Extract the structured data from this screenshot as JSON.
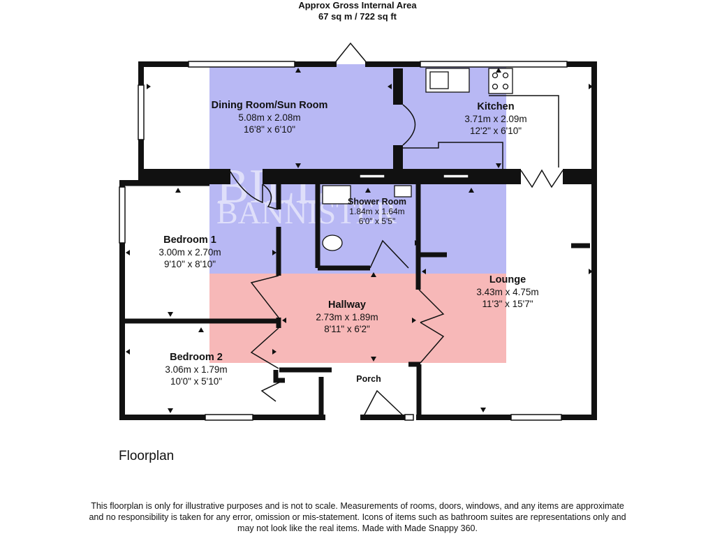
{
  "header": {
    "line1": "Approx Gross Internal Area",
    "line2": "67 sq m / 722 sq ft"
  },
  "watermark": {
    "text_line1": "BILL",
    "text_line2": "BANNISTER",
    "colors": {
      "blue": "#b8b8f4",
      "red": "#f7b8b8"
    }
  },
  "rooms": {
    "dining": {
      "name": "Dining Room/Sun Room",
      "metric": "5.08m x 2.08m",
      "imperial": "16'8\" x 6'10\""
    },
    "kitchen": {
      "name": "Kitchen",
      "metric": "3.71m x 2.09m",
      "imperial": "12'2\" x 6'10\""
    },
    "shower": {
      "name": "Shower Room",
      "metric": "1.84m x 1.64m",
      "imperial": "6'0\" x 5'5\""
    },
    "bedroom1": {
      "name": "Bedroom 1",
      "metric": "3.00m x 2.70m",
      "imperial": "9'10\" x 8'10\""
    },
    "lounge": {
      "name": "Lounge",
      "metric": "3.43m x 4.75m",
      "imperial": "11'3\" x 15'7\""
    },
    "hallway": {
      "name": "Hallway",
      "metric": "2.73m x 1.89m",
      "imperial": "8'11\" x 6'2\""
    },
    "bedroom2": {
      "name": "Bedroom 2",
      "metric": "3.06m x 1.79m",
      "imperial": "10'0\" x 5'10\""
    },
    "porch": {
      "name": "Porch"
    }
  },
  "caption": "Floorplan",
  "disclaimer": {
    "line1": "This floorplan is only for illustrative purposes and is not to scale. Measurements of rooms, doors, windows, and any items are approximate",
    "line2": "and no responsibility is taken for any error, omission or mis-statement. Icons of items such as bathroom suites are representations only and",
    "line3": "may not look like the real items. Made with Made Snappy 360."
  }
}
